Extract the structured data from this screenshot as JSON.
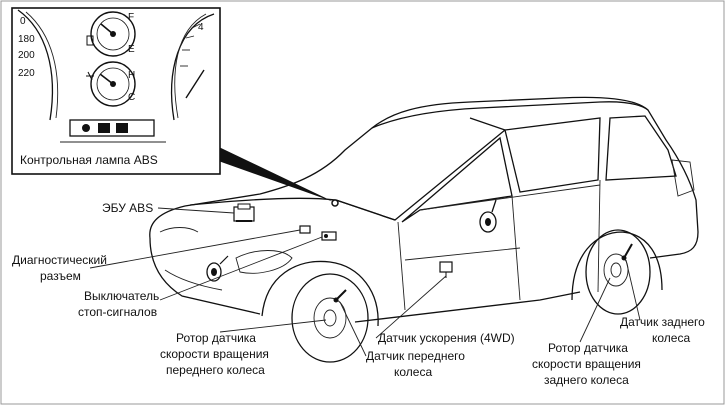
{
  "inset": {
    "speed_ticks": [
      "0",
      "180",
      "200",
      "220"
    ],
    "rpm_tick": "4",
    "fuel_marks": [
      "F",
      "E"
    ],
    "temp_marks": [
      "H",
      "C"
    ],
    "caption": "Контрольная лампа ABS"
  },
  "labels": {
    "ecu": "ЭБУ ABS",
    "diag_1": "Диагностический",
    "diag_2": "разъем",
    "stop_1": "Выключатель",
    "stop_2": "стоп-сигналов",
    "front_rotor_1": "Ротор датчика",
    "front_rotor_2": "скорости вращения",
    "front_rotor_3": "переднего колеса",
    "accel": "Датчик ускорения (4WD)",
    "front_sensor_1": "Датчик переднего",
    "front_sensor_2": "колеса",
    "rear_rotor_1": "Ротор датчика",
    "rear_rotor_2": "скорости вращения",
    "rear_rotor_3": "заднего колеса",
    "rear_sensor_1": "Датчик заднего",
    "rear_sensor_2": "колеса"
  }
}
